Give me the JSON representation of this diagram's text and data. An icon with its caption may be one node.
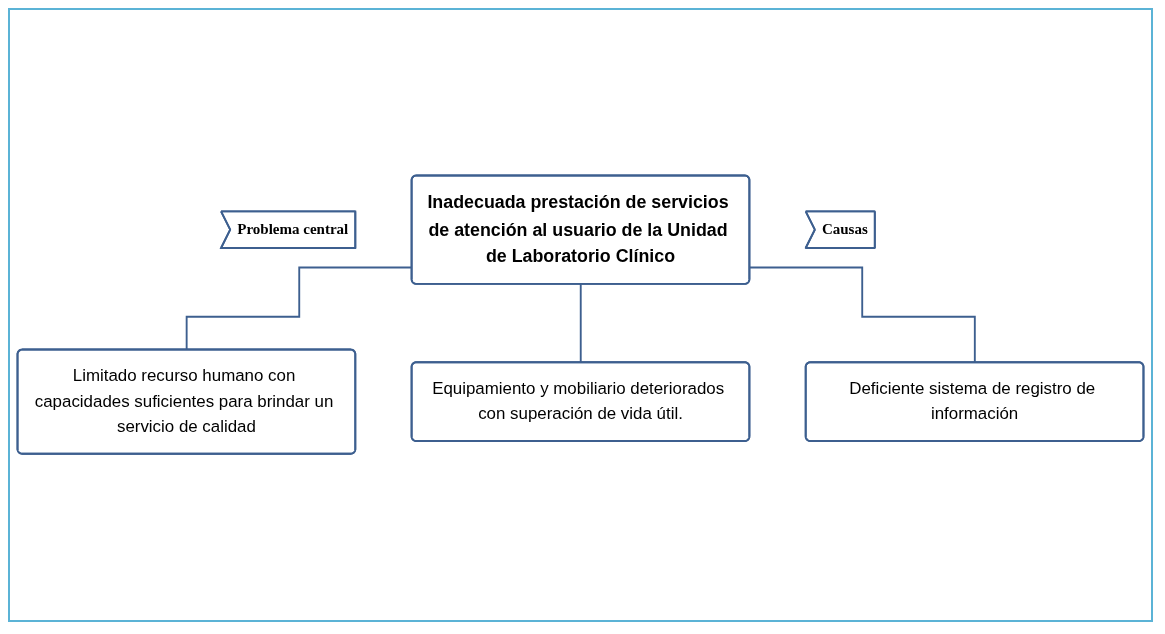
{
  "diagram": {
    "nodes": [
      {
        "text": [
          "Problema central"
        ]
      },
      {
        "text": [
          "Inadecuada prestación de servicios de atención al usuario de la Unidad de Laboratorio Clínico"
        ]
      },
      {
        "text": [
          "Causas"
        ]
      },
      {
        "text": [
          "Limitado recurso humano con capacidades suficientes para brindar un servicio de calidad"
        ]
      },
      {
        "text": [
          "Equipamiento y mobiliario deteriorados con superación de vida útil."
        ]
      },
      {
        "text": [
          "Deficiente sistema de registro de información"
        ]
      }
    ],
    "edges": [
      {
        "from": 1,
        "to": 3,
        "arrow": "none"
      },
      {
        "from": 1,
        "to": 4,
        "arrow": "none"
      },
      {
        "from": 1,
        "to": 5,
        "arrow": "none"
      }
    ]
  }
}
